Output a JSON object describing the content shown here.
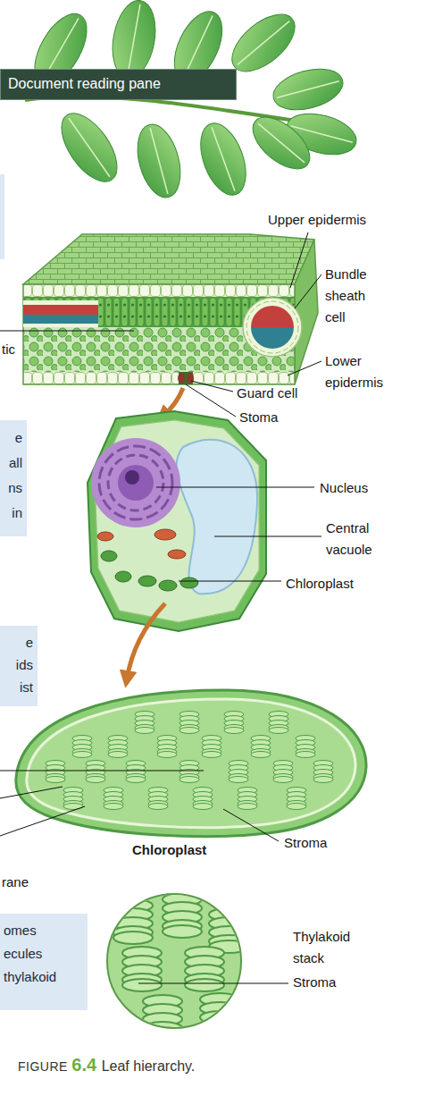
{
  "diagram": {
    "caption": "FIGURE 6.4 Leaf hierarchy.",
    "nodes": [
      {
        "text": [
          "Document reading pane"
        ]
      },
      {
        "text": [
          "e all ns in"
        ]
      },
      {
        "text": [
          "e ids ist"
        ]
      },
      {
        "text": [
          "omes ecules thylakoid"
        ]
      }
    ],
    "labels": [
      "Upper epidermis",
      "Bundle sheath cell",
      "tic",
      "Lower epidermis",
      "Guard cell",
      "Stoma",
      "Nucleus",
      "Central vacuole",
      "Chloroplast",
      "Stroma",
      "Chloroplast",
      "rane",
      "Thylakoid stack",
      "Stroma"
    ]
  }
}
